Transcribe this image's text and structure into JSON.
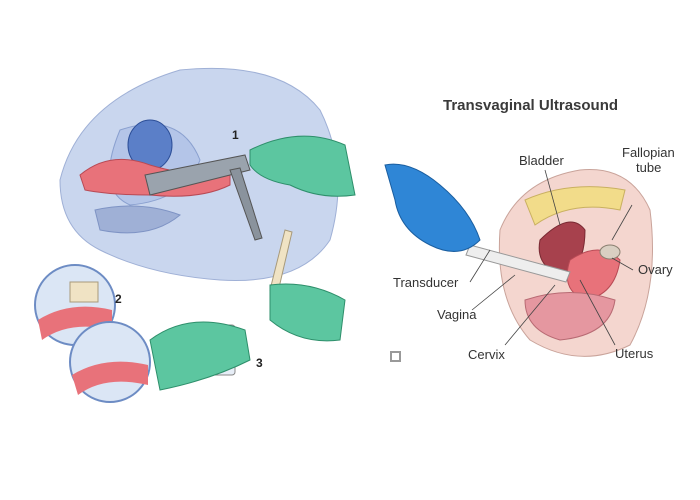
{
  "left_figure": {
    "step_labels": [
      "1",
      "2",
      "3"
    ]
  },
  "right_figure": {
    "title": "Transvaginal Ultrasound",
    "labels": {
      "bladder": "Bladder",
      "fallopian_tube_line1": "Fallopian",
      "fallopian_tube_line2": "tube",
      "ovary": "Ovary",
      "transducer": "Transducer",
      "vagina": "Vagina",
      "cervix": "Cervix",
      "uterus": "Uterus"
    }
  },
  "colors": {
    "glove_green": "#5cc6a0",
    "glove_blue": "#2f86d6",
    "tissue_pink": "#e8727a",
    "body_blue": "#c9d6ee"
  },
  "icons": [
    "expand-icon"
  ]
}
